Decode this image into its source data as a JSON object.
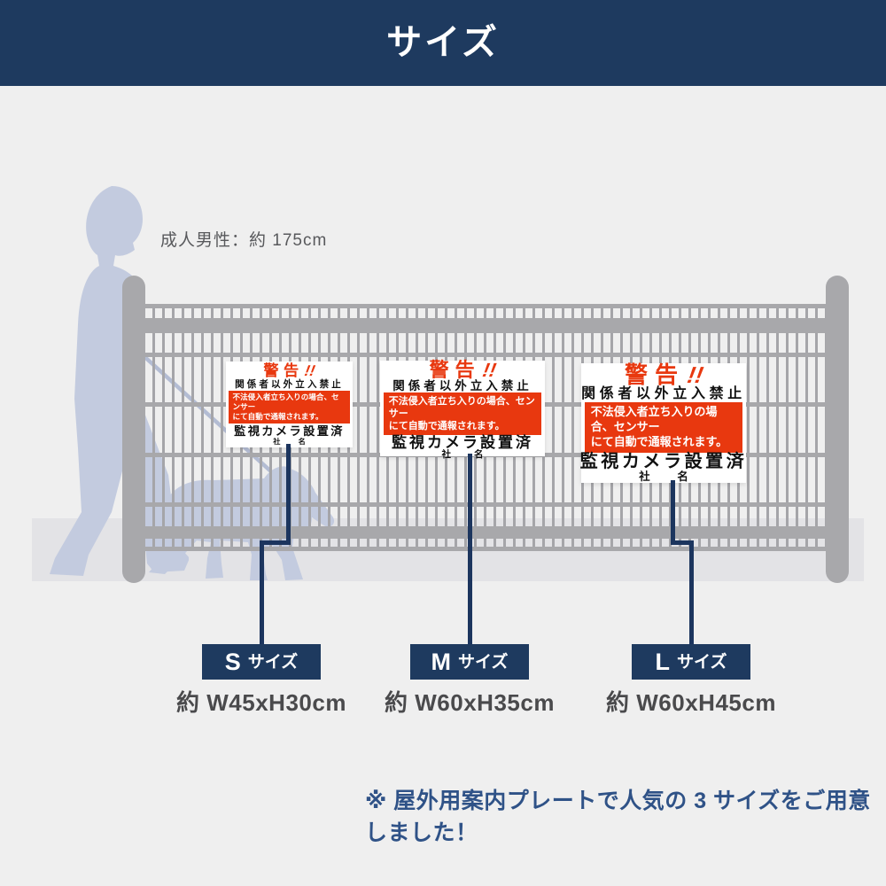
{
  "header": {
    "title": "サイズ"
  },
  "reference": {
    "label": "成人男性：約 175cm"
  },
  "sign": {
    "warning": "警告",
    "bangs": "!!",
    "restriction": "関係者以外立入禁止",
    "band_line1": "不法侵入者立ち入りの場合、センサー",
    "band_line2": "にて自動で通報されます。",
    "camera": "監視カメラ設置済",
    "company_first": "社",
    "company_second": "名"
  },
  "sizes": [
    {
      "letter": "S",
      "suffix": "サイズ",
      "dimensions": "約 W45xH30cm"
    },
    {
      "letter": "M",
      "suffix": "サイズ",
      "dimensions": "約 W60xH35cm"
    },
    {
      "letter": "L",
      "suffix": "サイズ",
      "dimensions": "約 W60xH45cm"
    }
  ],
  "note": {
    "text": "※ 屋外用案内プレートで人気の 3 サイズをご用意しました！"
  },
  "colors": {
    "header_navy": "#1e3a5f",
    "warning_red": "#e8380f",
    "silhouette_blue": "#c3cbdf",
    "fence_gray": "#a8a8ab",
    "note_text": "#2f5287",
    "background": "#efefef"
  }
}
